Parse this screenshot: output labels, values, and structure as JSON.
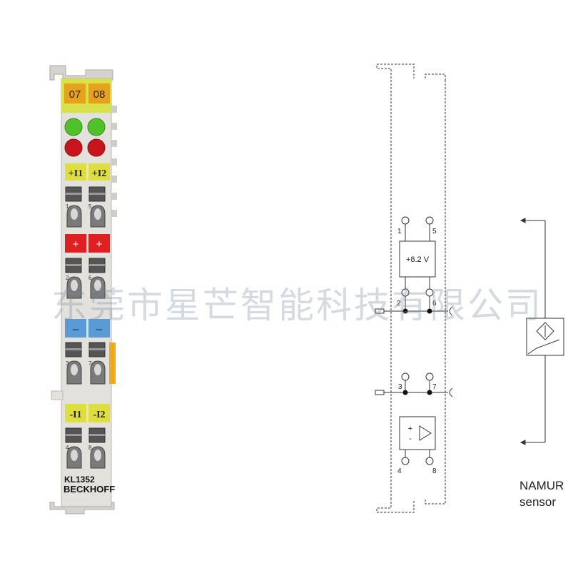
{
  "module": {
    "channel_numbers": [
      "07",
      "08"
    ],
    "input_labels_pos": [
      "+I1",
      "+I2"
    ],
    "plus_labels": [
      "+",
      "+"
    ],
    "minus_labels": [
      "–",
      "–"
    ],
    "input_labels_neg": [
      "-I1",
      "-I2"
    ],
    "terminal_numbers": [
      "1",
      "5",
      "2",
      "6",
      "3",
      "7",
      "4",
      "8"
    ],
    "model": "KL1352",
    "brand": "BECKHOFF",
    "colors": {
      "body": "#e3e1dc",
      "top_bar": "#d8e04a",
      "channel_box": "#e8a21a",
      "led_green": "#4fc22a",
      "led_red": "#c8141c",
      "label_yellow": "#dede3c",
      "plus_red": "#e02020",
      "minus_blue": "#5a9ad6",
      "side_orange": "#f2a818"
    }
  },
  "schematic": {
    "terminals": [
      "1",
      "5",
      "2",
      "6",
      "3",
      "7",
      "4",
      "8"
    ],
    "supply_label": "+8.2 V",
    "amp_plus": "+",
    "amp_minus": "-"
  },
  "sensor": {
    "line1": "NAMUR",
    "line2": "sensor"
  },
  "watermark": "东莞市星芒智能科技有限公司"
}
